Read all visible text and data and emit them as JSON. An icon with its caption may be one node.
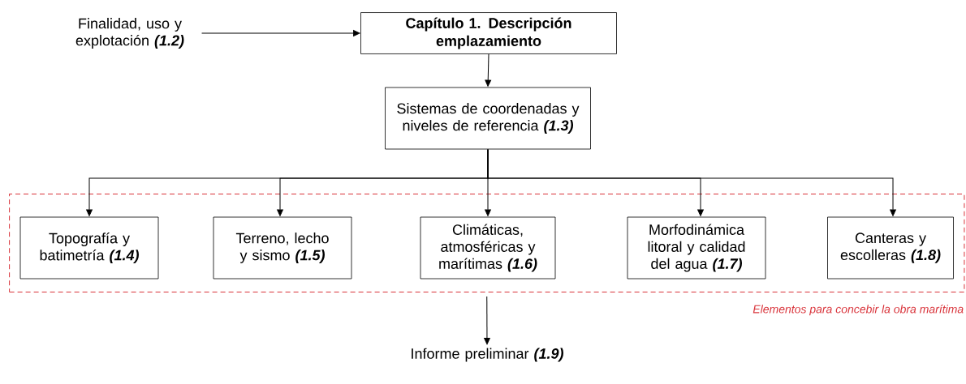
{
  "diagram": {
    "nodes": [
      {
        "text": [
          "Finalidad, uso y explotación",
          "(1.2)"
        ]
      },
      {
        "text": [
          "Capítulo 1. Descripción emplazamiento"
        ]
      },
      {
        "text": [
          "Sistemas de coordenadas y niveles de referencia",
          "(1.3)"
        ]
      },
      {
        "text": [
          "Elementos para concebir la obra marítima"
        ]
      },
      {
        "text": [
          "Topografía y batimetría",
          "(1.4)"
        ],
        "in": 3
      },
      {
        "text": [
          "Terreno, lecho y sismo",
          "(1.5)"
        ],
        "in": 3
      },
      {
        "text": [
          "Climáticas, atmosféricas y marítimas",
          "(1.6)"
        ],
        "in": 3
      },
      {
        "text": [
          "Morfodinámica litoral y calidad del agua",
          "(1.7)"
        ],
        "in": 3
      },
      {
        "text": [
          "Canteras y escolleras",
          "(1.8)"
        ],
        "in": 3
      },
      {
        "text": [
          "Informe preliminar",
          "(1.9)"
        ]
      }
    ],
    "edges": [
      {
        "from": 0,
        "to": 1,
        "arrow": "to"
      },
      {
        "from": 1,
        "to": 2,
        "arrow": "to"
      },
      {
        "from": 2,
        "to": 4,
        "arrow": "to"
      },
      {
        "from": 2,
        "to": 5,
        "arrow": "to"
      },
      {
        "from": 2,
        "to": 6,
        "arrow": "to"
      },
      {
        "from": 2,
        "to": 7,
        "arrow": "to"
      },
      {
        "from": 2,
        "to": 8,
        "arrow": "to"
      },
      {
        "from": 3,
        "to": 9,
        "arrow": "to"
      }
    ]
  }
}
